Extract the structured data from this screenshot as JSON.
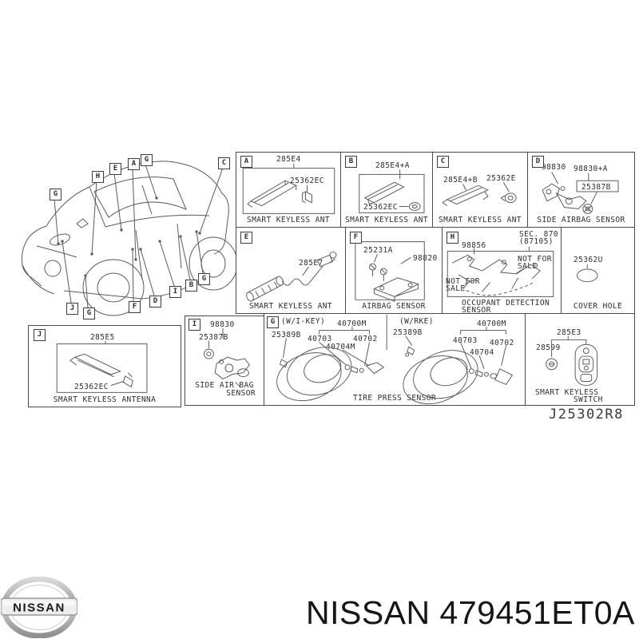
{
  "footer": {
    "logo_text": "NISSAN",
    "catalog_text": "NISSAN 479451ET0A"
  },
  "diagram_code": "J25302R8",
  "car_callouts": [
    "G",
    "H",
    "E",
    "A",
    "G",
    "C",
    "J",
    "G",
    "F",
    "D",
    "I",
    "B",
    "G"
  ],
  "sections": {
    "a": {
      "letter": "A",
      "part_main": "285E4",
      "part_clip": "25362EC",
      "caption": "SMART KEYLESS ANT"
    },
    "b": {
      "letter": "B",
      "part_main": "285E4+A",
      "part_clip": "25362EC",
      "caption": "SMART KEYLESS ANT"
    },
    "c": {
      "letter": "C",
      "part_main": "285E4+B",
      "part_clip": "25362E",
      "caption": "SMART KEYLESS ANT"
    },
    "d": {
      "letter": "D",
      "part_sensor": "98830",
      "part_sensor_alt": "98830+A",
      "part_bolt": "25387B",
      "caption": "SIDE AIRBAG SENSOR"
    },
    "e": {
      "letter": "E",
      "part_main": "285E7",
      "caption": "SMART KEYLESS ANT"
    },
    "f": {
      "letter": "F",
      "part_bolt": "25231A",
      "part_sensor": "98820",
      "caption": "AIRBAG SENSOR"
    },
    "h": {
      "letter": "H",
      "part_main": "98856",
      "sec_ref_line1": "SEC. 870",
      "sec_ref_line2": "(87105)",
      "note_line1": "NOT FOR",
      "note_line2": "SALE",
      "caption_line1": "OCCUPANT DETECTION",
      "caption_line2": "SENSOR"
    },
    "cover": {
      "part_main": "25362U",
      "caption": "COVER HOLE"
    },
    "j": {
      "letter": "J",
      "part_main": "285E5",
      "part_clip": "25362EC",
      "caption": "SMART KEYLESS ANTENNA"
    },
    "i": {
      "letter": "I",
      "part_sensor": "98830",
      "part_bolt": "25387B",
      "caption_line1": "SIDE AIR BAG",
      "caption_line2": "SENSOR"
    },
    "g": {
      "letter": "G",
      "caption": "TIRE PRESS SENSOR",
      "v1": {
        "header": "(W/I-KEY)",
        "assembly": "40700M",
        "part_grommet": "25389B",
        "part_screw": "40703",
        "part_cap": "40702",
        "part_sensor": "40704M"
      },
      "v2": {
        "header": "(W/RKE)",
        "assembly": "40700M",
        "part_grommet": "25389B",
        "part_screw": "40703",
        "part_cap": "40702",
        "part_sensor": "40704"
      }
    },
    "sw": {
      "part_main": "285E3",
      "part_battery": "28599",
      "caption_line1": "SMART KEYLESS",
      "caption_line2": "SWITCH"
    }
  }
}
